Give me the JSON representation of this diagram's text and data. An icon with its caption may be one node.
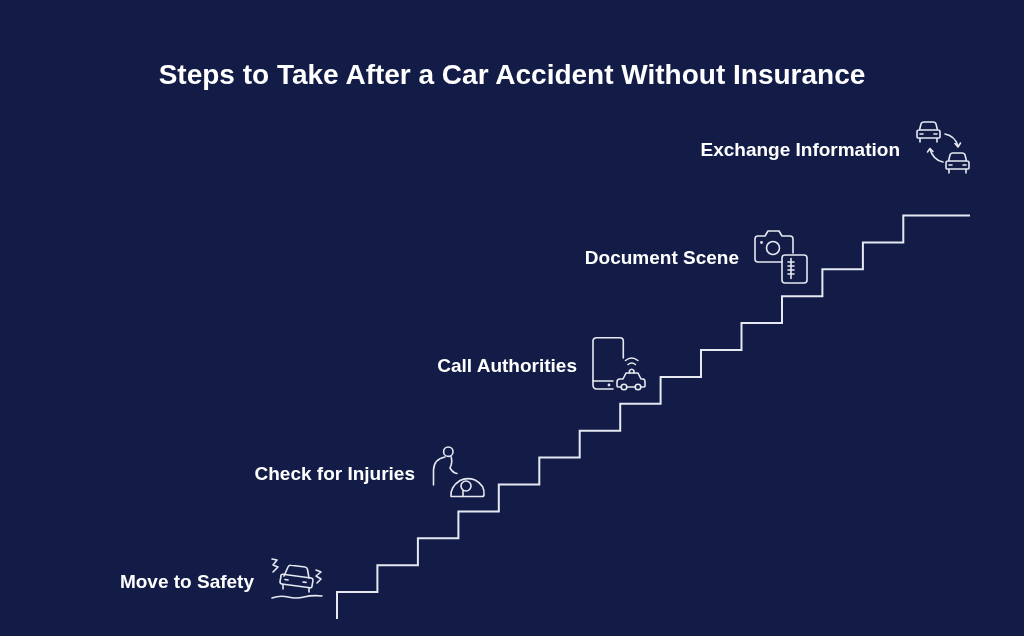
{
  "diagram": {
    "title": "Steps to Take After a Car Accident Without Insurance",
    "labels": [
      "Move to Safety",
      "Check for Injuries",
      "Call Authorities",
      "Document Scene",
      "Exchange Information"
    ]
  }
}
